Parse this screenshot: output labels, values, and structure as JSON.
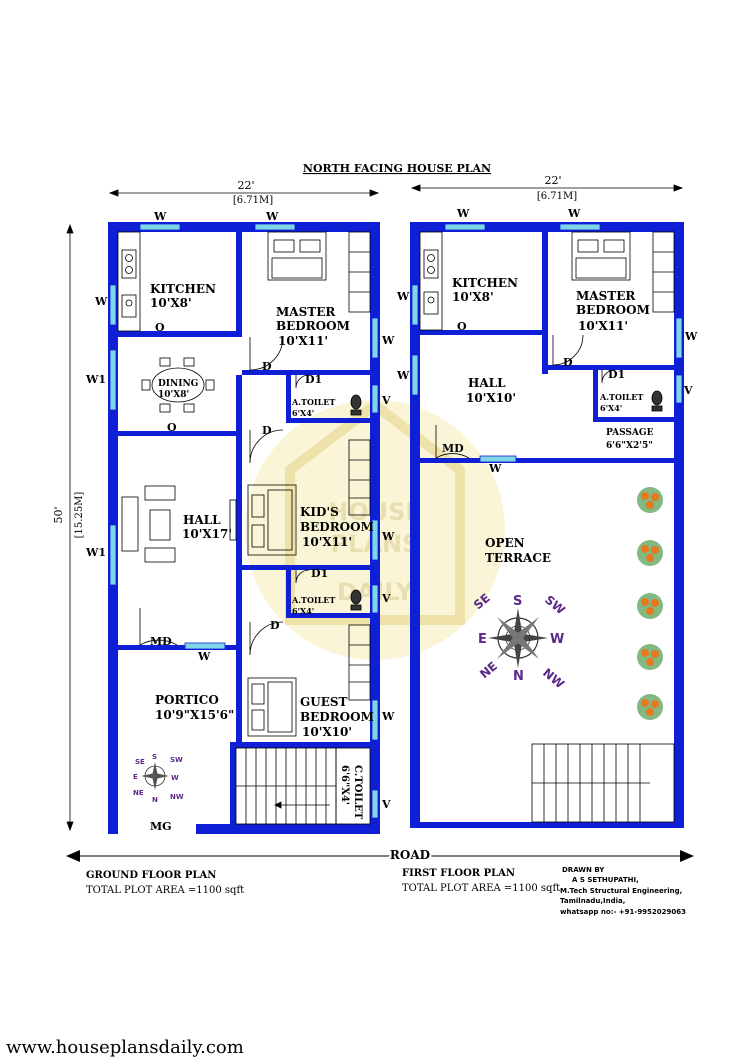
{
  "title": "NORTH FACING HOUSE PLAN",
  "dimensions": {
    "width_ft": "22'",
    "width_m": "[6.71M]",
    "width_ft_ff": "22'",
    "width_m_ff": "[6.71M]",
    "length_ft": "50'",
    "length_m": "[15.25M]"
  },
  "ground_floor": {
    "title": "GROUND FLOOR PLAN",
    "area": "TOTAL PLOT AREA =1100 sqft",
    "kitchen": {
      "name": "KITCHEN",
      "size": "10'X8'"
    },
    "master_bedroom": {
      "line1": "MASTER",
      "line2": "BEDROOM",
      "size": "10'X11'"
    },
    "dining": {
      "name": "DINING",
      "size": "10'X8'"
    },
    "toilet1": {
      "name": "A.TOILET",
      "size": "6'X4'"
    },
    "hall": {
      "name": "HALL",
      "size": "10'X17'"
    },
    "kids_bedroom": {
      "line1": "KID'S",
      "line2": "BEDROOM",
      "size": "10'X11'"
    },
    "toilet2": {
      "name": "A.TOILET",
      "size": "6'X4'"
    },
    "portico": {
      "name": "PORTICO",
      "size": "10'9\"X15'6\""
    },
    "guest_bedroom": {
      "line1": "GUEST",
      "line2": "BEDROOM",
      "size": "10'X10'"
    },
    "c_toilet": {
      "name": "C.TOILET",
      "size": "6'6\"X4'"
    },
    "labels": {
      "w": "W",
      "w1": "W1",
      "v": "V",
      "o": "O",
      "d": "D",
      "d1": "D1",
      "md": "MD",
      "mg": "MG"
    }
  },
  "first_floor": {
    "title": "FIRST FLOOR PLAN",
    "area": "TOTAL PLOT AREA =1100 sqft",
    "kitchen": {
      "name": "KITCHEN",
      "size": "10'X8'"
    },
    "master_bedroom": {
      "line1": "MASTER",
      "line2": "BEDROOM",
      "size": "10'X11'"
    },
    "hall": {
      "name": "HALL",
      "size": "10'X10'"
    },
    "toilet": {
      "name": "A.TOILET",
      "size": "6'X4'"
    },
    "passage": {
      "name": "PASSAGE",
      "size": "6'6\"X2'5\""
    },
    "terrace": {
      "line1": "OPEN",
      "line2": "TERRACE"
    }
  },
  "compass": {
    "n": "N",
    "s": "S",
    "e": "E",
    "w": "W",
    "ne": "NE",
    "nw": "NW",
    "se": "SE",
    "sw": "SW"
  },
  "road": "ROAD",
  "credits": {
    "line1": "DRAWN BY",
    "line2": "A S SETHUPATHI,",
    "line3": "M.Tech Structural Engineering,",
    "line4": "Tamilnadu,India,",
    "line5": "whatsapp no:- +91-9952029063"
  },
  "watermark": {
    "line1": "HOUSE",
    "line2": "PLANS",
    "line3": "DAILY"
  },
  "website": "www.houseplansdaily.com",
  "colors": {
    "wall": "#0f1fd6",
    "window": "#7fd6e6",
    "watermark": "#f2e29a",
    "compass": "#5b2a86",
    "flower": "#e8781e",
    "leaf": "#2e8b2e"
  }
}
